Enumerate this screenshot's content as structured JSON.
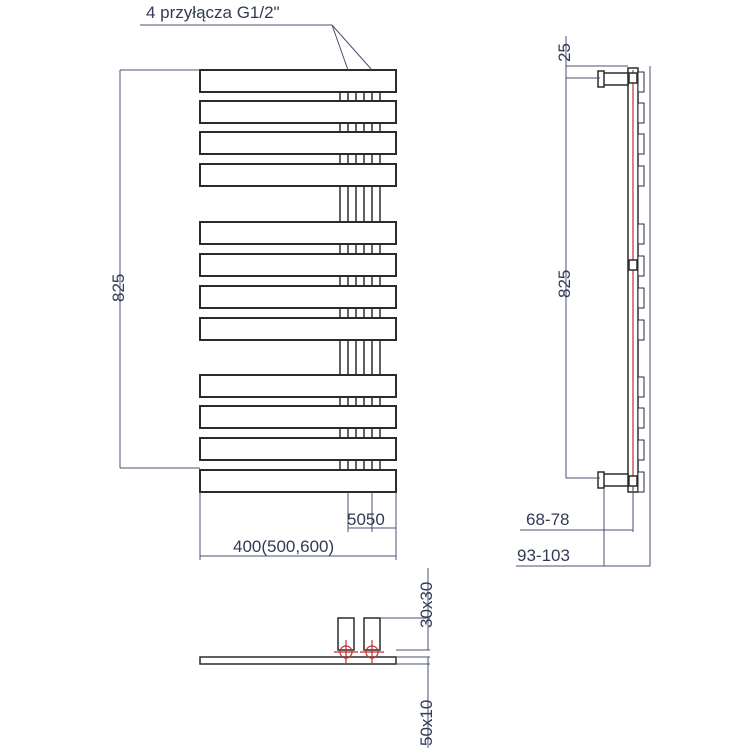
{
  "labels": {
    "connections": "4 przyłącza G1/2\"",
    "height_front": "825",
    "height_side": "825",
    "top_offset": "25",
    "spacing": "5050",
    "width": "400(500,600)",
    "depth_inner": "68-78",
    "depth_outer": "93-103",
    "pipe_section": "30x30",
    "bar_section": "50x10"
  },
  "diagram": {
    "bar_count": 12,
    "line_color": "#2b2b2b",
    "dimension_color": "#4a5070",
    "accent_color": "#c03030"
  }
}
